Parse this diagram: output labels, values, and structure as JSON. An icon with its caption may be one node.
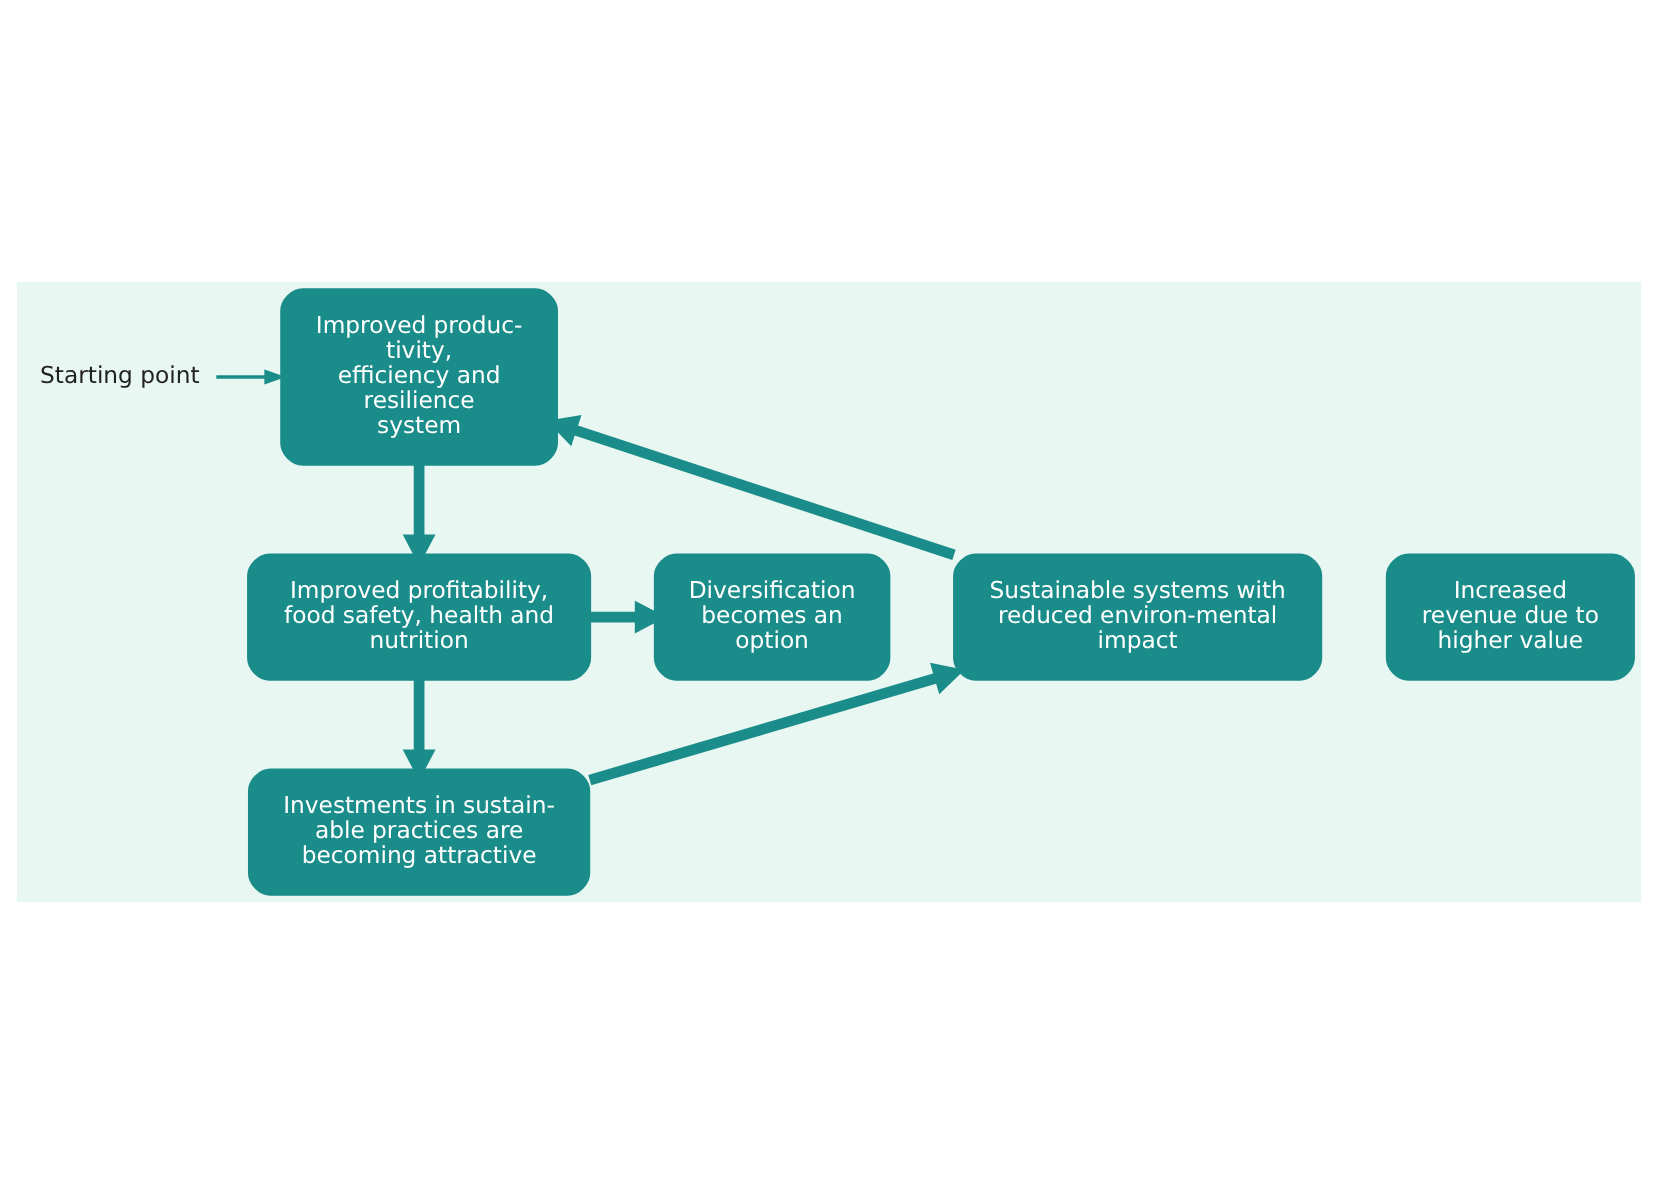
{
  "diagram": {
    "nodes": [
      {
        "text": [
          "Starting point"
        ]
      },
      {
        "text": [
          "Improved produc-tivity, efficiency and resilience system"
        ]
      },
      {
        "text": [
          "Improved profitability, food safety, health and nutrition"
        ]
      },
      {
        "text": [
          "Increased revenue due to higher value"
        ]
      },
      {
        "text": [
          "Diversification becomes an option"
        ]
      },
      {
        "text": [
          "Investments in sustain-able practices are becoming attractive"
        ]
      },
      {
        "text": [
          "Sustainable systems with reduced environ-mental impact"
        ]
      }
    ],
    "edges": [
      {
        "from": 0,
        "to": 1,
        "arrow": "to"
      },
      {
        "from": 1,
        "to": 2,
        "arrow": "to"
      },
      {
        "from": 2,
        "to": 4,
        "arrow": "to"
      },
      {
        "from": 2,
        "to": 5,
        "arrow": "to"
      },
      {
        "from": 5,
        "to": 6,
        "arrow": "to"
      },
      {
        "from": 6,
        "to": 1,
        "arrow": "to"
      }
    ]
  }
}
